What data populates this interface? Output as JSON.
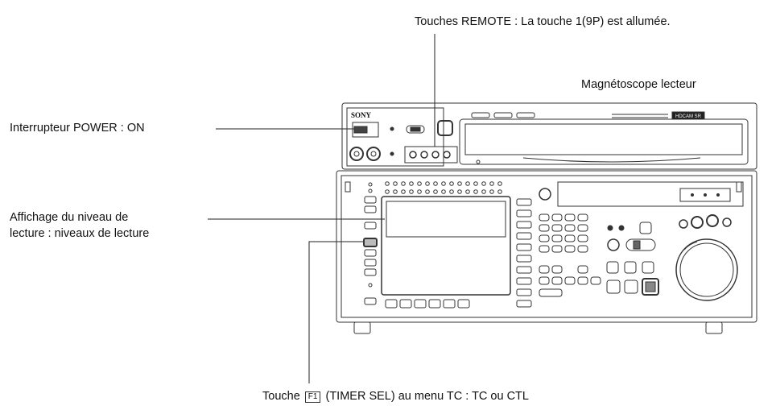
{
  "labels": {
    "remote_keys": "Touches REMOTE : La touche 1(9P) est allumée.",
    "device_title": "Magnétoscope lecteur",
    "power_switch": "Interrupteur POWER : ON",
    "level_display_line1": "Affichage du niveau de",
    "level_display_line2": "lecture :  niveaux de lecture",
    "f1_key_prefix": "Touche",
    "f1_key_name": "F1",
    "f1_key_suffix": "(TIMER SEL) au menu TC : TC ou CTL"
  },
  "device": {
    "brand": "SONY",
    "model_badge": "HDCAM SR"
  }
}
